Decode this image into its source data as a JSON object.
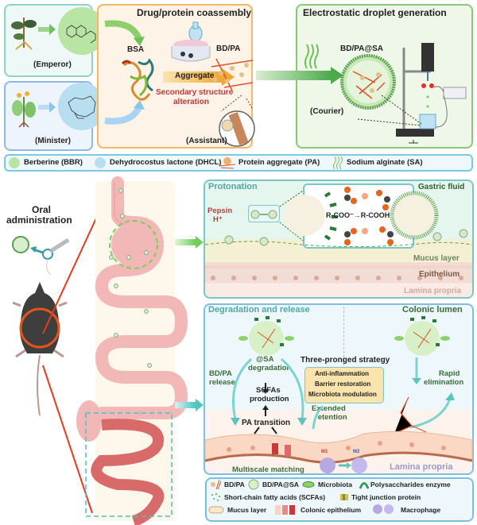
{
  "top": {
    "emperor_label": "(Emperor)",
    "minister_label": "(Minister)",
    "coassembly": {
      "title": "Drug/protein coassembly",
      "bsa_label": "BSA",
      "aggregate_label": "Aggregate",
      "alteration_line1": "Secondary structure",
      "alteration_line2": "alteration",
      "bdpa_label": "BD/PA",
      "assistant_label": "(Assistant)"
    },
    "electrostatic": {
      "title": "Electrostatic droplet generation",
      "bdpasa_label": "BD/PA@SA",
      "courier_label": "(Courier)"
    }
  },
  "legend_top": [
    {
      "icon": "berberine-icon",
      "label": "Berberine (BBR)"
    },
    {
      "icon": "dhcl-icon",
      "label": "Dehydrocostus lactone (DHCL)"
    },
    {
      "icon": "protein-aggregate-icon",
      "label": "Protein aggregate (PA)"
    },
    {
      "icon": "sodium-alginate-icon",
      "label": "Sodium alginate (SA)"
    }
  ],
  "left": {
    "oral_line1": "Oral",
    "oral_line2": "administration"
  },
  "stomach_panel": {
    "title": "Protonation",
    "gastric_fluid": "Gastric fluid",
    "pepsin": "Pepsin",
    "h_plus": "H⁺",
    "reaction": "R-COO⁻→R-COOH",
    "mucus": "Mucus layer",
    "epithelium": "Epithelium",
    "lamina": "Lamina propria"
  },
  "colon_panel": {
    "title_left": "Degradation and release",
    "title_right": "Colonic lumen",
    "sa_degradation_1": "@SA",
    "sa_degradation_2": "degradation",
    "bdpa_release_1": "BD/PA",
    "bdpa_release_2": "release",
    "scfas_1": "SCFAs",
    "scfas_2": "production",
    "pa_transition": "PA transition",
    "strategy_title": "Three-pronged strategy",
    "strategy_items": [
      "Anti-inflammation",
      "Barrier restoration",
      "Microbiota modulation"
    ],
    "extended_1": "Extended",
    "extended_2": "retention",
    "rapid_1": "Rapid",
    "rapid_2": "elimination",
    "multiscale": "Multiscale matching",
    "m1": "M1",
    "m2": "M2",
    "lamina": "Lamina propria"
  },
  "legend_bottom": {
    "row1": [
      "BD/PA",
      "BD/PA@SA",
      "Microbiota",
      "Polysaccharides enzyme"
    ],
    "row2": [
      "Short-chain fatty acids (SCFAs)",
      "Tight junction protein"
    ],
    "row3": [
      "Mucus layer",
      "Colonic epithelium",
      "Macrophage"
    ]
  },
  "colors": {
    "teal_border": "#7cc6c8",
    "blue_border": "#7fb3e0",
    "orange_border": "#f0b050",
    "green_border": "#7cbf6a",
    "red_text": "#c0393b",
    "teal_text": "#4fa7a8",
    "dark_green_text": "#3a6b3a",
    "brown_text": "#7a5a4a"
  }
}
